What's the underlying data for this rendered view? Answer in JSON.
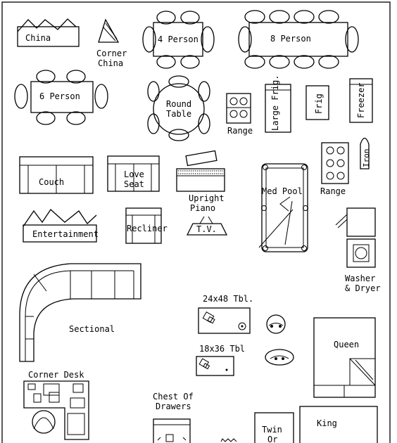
{
  "labels": {
    "china": "China",
    "corner_china_1": "Corner",
    "corner_china_2": "China",
    "four_person": "4 Person",
    "eight_person": "8 Person",
    "six_person": "6 Person",
    "round_table_1": "Round",
    "round_table_2": "Table",
    "range_1": "Range",
    "large_frig": "Large Frig.",
    "frig": "Frig",
    "freezer": "Freezer",
    "iron": "Iron",
    "range_2": "Range",
    "couch": "Couch",
    "love_seat_1": "Love",
    "love_seat_2": "Seat",
    "upright_piano_1": "Upright",
    "upright_piano_2": "Piano",
    "med_pool": "Med Pool",
    "entertainment": "Entertainment",
    "recliner": "Recliner",
    "tv": "T.V.",
    "washer_1": "Washer",
    "washer_2": "& Dryer",
    "sectional": "Sectional",
    "tbl_24x48": "24x48 Tbl.",
    "tbl_18x36": "18x36 Tbl",
    "queen": "Queen",
    "corner_desk": "Corner Desk",
    "chest_1": "Chest Of",
    "chest_2": "Drawers",
    "twin_1": "Twin",
    "twin_2": "Or",
    "king": "King"
  }
}
